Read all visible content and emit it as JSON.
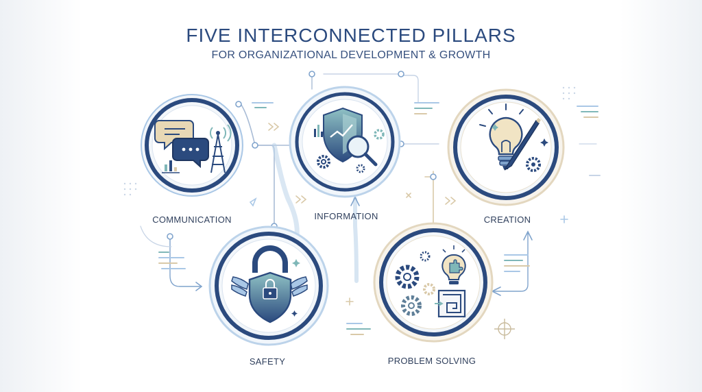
{
  "title": "FIVE INTERCONNECTED PILLARS",
  "subtitle": "FOR ORGANIZATIONAL DEVELOPMENT & GROWTH",
  "pillars": [
    {
      "label": "COMMUNICATION",
      "icon": "speech-bubbles-antenna-icon"
    },
    {
      "label": "INFORMATION",
      "icon": "shield-magnifier-gears-icon"
    },
    {
      "label": "CREATION",
      "icon": "lightbulb-pencil-icon"
    },
    {
      "label": "SAFETY",
      "icon": "winged-shield-padlock-icon"
    },
    {
      "label": "PROBLEM SOLVING",
      "icon": "gears-puzzle-maze-icon"
    }
  ],
  "colors": {
    "navy": "#2b4a7e",
    "teal": "#7fb7b8",
    "sand": "#d9c9a8",
    "light_blue": "#a9c7e6"
  }
}
